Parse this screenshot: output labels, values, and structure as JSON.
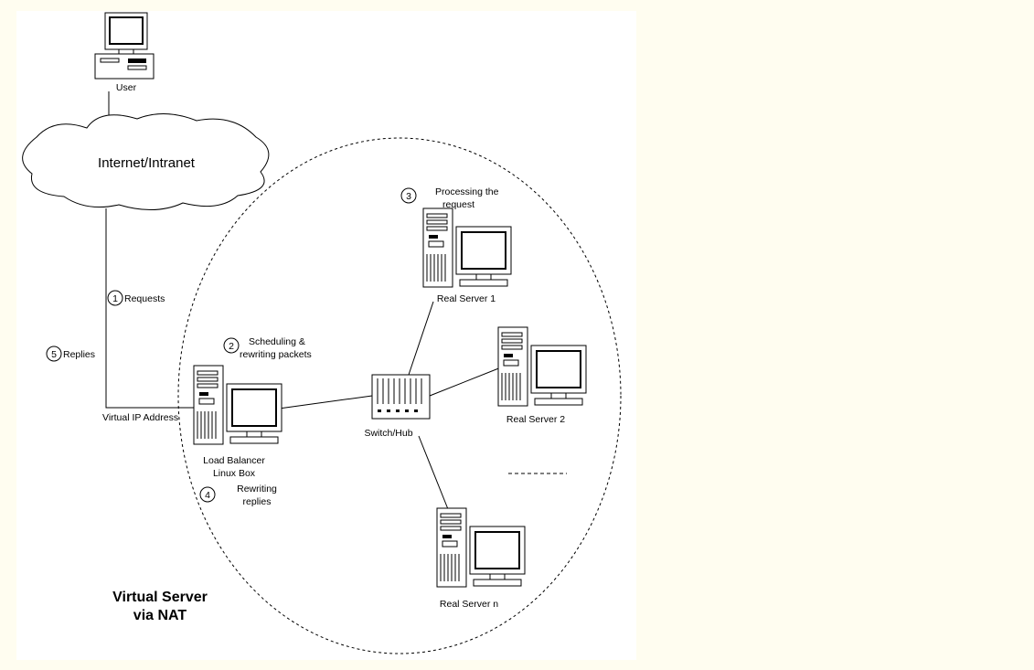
{
  "diagram": {
    "user_label": "User",
    "cloud_label": "Internet/Intranet",
    "step1": {
      "num": "1",
      "text": "Requests"
    },
    "step2": {
      "num": "2",
      "line1": "Scheduling &",
      "line2": "rewriting packets"
    },
    "step3": {
      "num": "3",
      "line1": "Processing the",
      "line2": "request"
    },
    "step4": {
      "num": "4",
      "line1": "Rewriting",
      "line2": "replies"
    },
    "step5": {
      "num": "5",
      "text": "Replies"
    },
    "vip_label": "Virtual IP Address",
    "lb_line1": "Load Balancer",
    "lb_line2": "Linux Box",
    "switch_label": "Switch/Hub",
    "server1_label": "Real Server 1",
    "server2_label": "Real Server 2",
    "servern_label": "Real Server n",
    "title_line1": "Virtual Server",
    "title_line2": "via NAT"
  },
  "colors": {
    "page_bg": "#fffdf0",
    "panel_bg": "#ffffff",
    "ink": "#000000"
  }
}
